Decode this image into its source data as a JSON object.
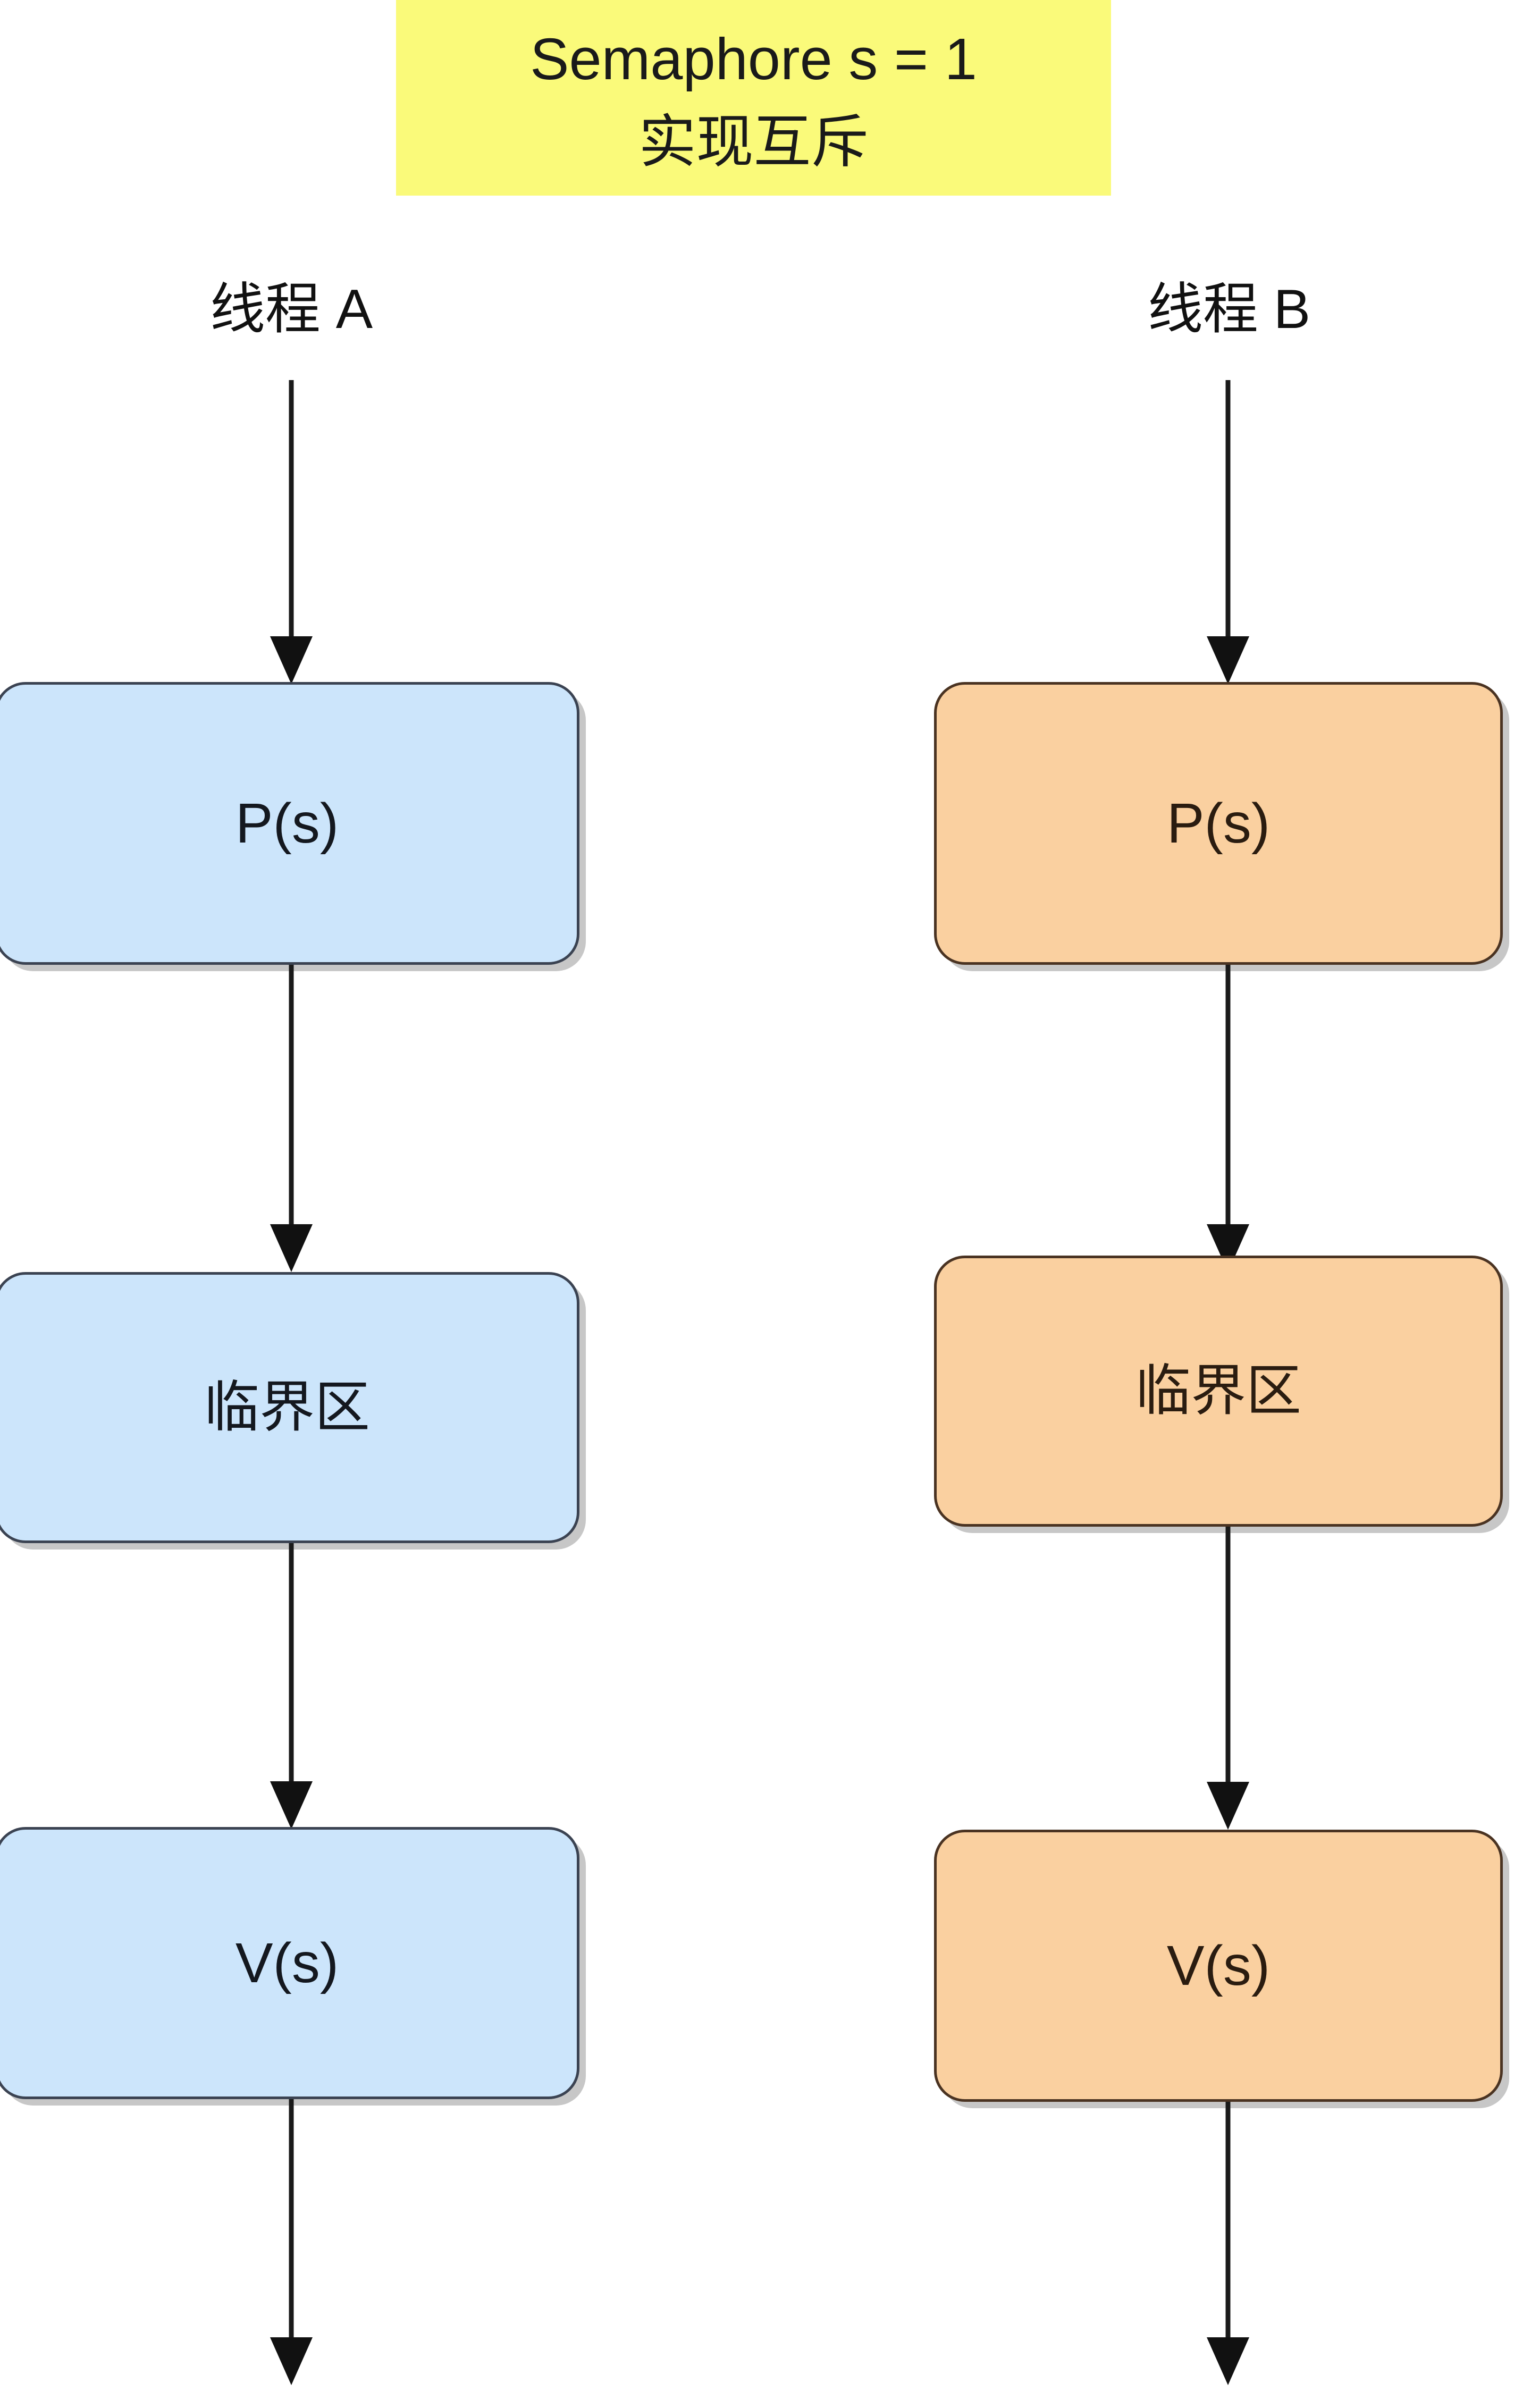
{
  "diagram": {
    "title_banner": {
      "line1": "Semaphore s = 1",
      "line2": "实现互斥",
      "background_color": "#FAFA7A"
    },
    "colors": {
      "thread_a_fill": "#CCE5FB",
      "thread_a_border": "#3B4352",
      "thread_b_fill": "#FAD0A0",
      "thread_b_border": "#4A3322",
      "arrow": "#1a1a1a",
      "page_background": "#FFFFFF"
    },
    "columns": [
      {
        "label": "线程 A",
        "theme": "blue",
        "nodes": [
          {
            "label": "P(s)",
            "script": "latin"
          },
          {
            "label": "临界区",
            "script": "cjk"
          },
          {
            "label": "V(s)",
            "script": "latin"
          }
        ]
      },
      {
        "label": "线程 B",
        "theme": "orange",
        "nodes": [
          {
            "label": "P(s)",
            "script": "latin"
          },
          {
            "label": "临界区",
            "script": "cjk"
          },
          {
            "label": "V(s)",
            "script": "latin"
          }
        ]
      }
    ],
    "arrow_count_per_column": 4
  }
}
